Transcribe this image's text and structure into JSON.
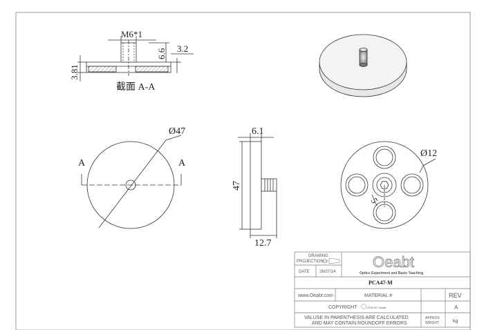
{
  "section_view": {
    "thread_label": "M6*1",
    "height_label": "6.6",
    "top_offset_label": "3.2",
    "thickness_label": "3.81",
    "caption": "截面 A-A"
  },
  "front_view": {
    "diameter_label": "Ø47",
    "section_mark_left": "A",
    "section_mark_right": "A"
  },
  "side_view": {
    "thickness_label": "6.1",
    "height_label": "47",
    "length_label": "12.7"
  },
  "rear_view": {
    "hole_diameter_label": "Ø12",
    "offset_label": "5"
  },
  "title_block": {
    "drawing_projection_label": "DRAWING",
    "projection_label": "PROJECTION",
    "date_label": "DATE",
    "date_value": "26/07/14",
    "logo_text": "Oeabt",
    "logo_subtitle": "Optics Experiment and Basic Teaching",
    "part_number": "PCA47-M",
    "website": "www.Oeabt.com",
    "material_label": "MATERIAL #",
    "rev_label": "REV",
    "copyright_label": "COPYRIGHT",
    "copyright_note": "2020 BY Oeabt",
    "rev_value": "A",
    "note_line1": "VALUSE IN PARENTHESIS ARE CALCULATED",
    "note_line2": "AND MAY CONTAIN ROUNDOFF ERRORS",
    "approx_label": "APPROX",
    "weight_label": "WEIGHT",
    "weight_unit": "kg"
  }
}
